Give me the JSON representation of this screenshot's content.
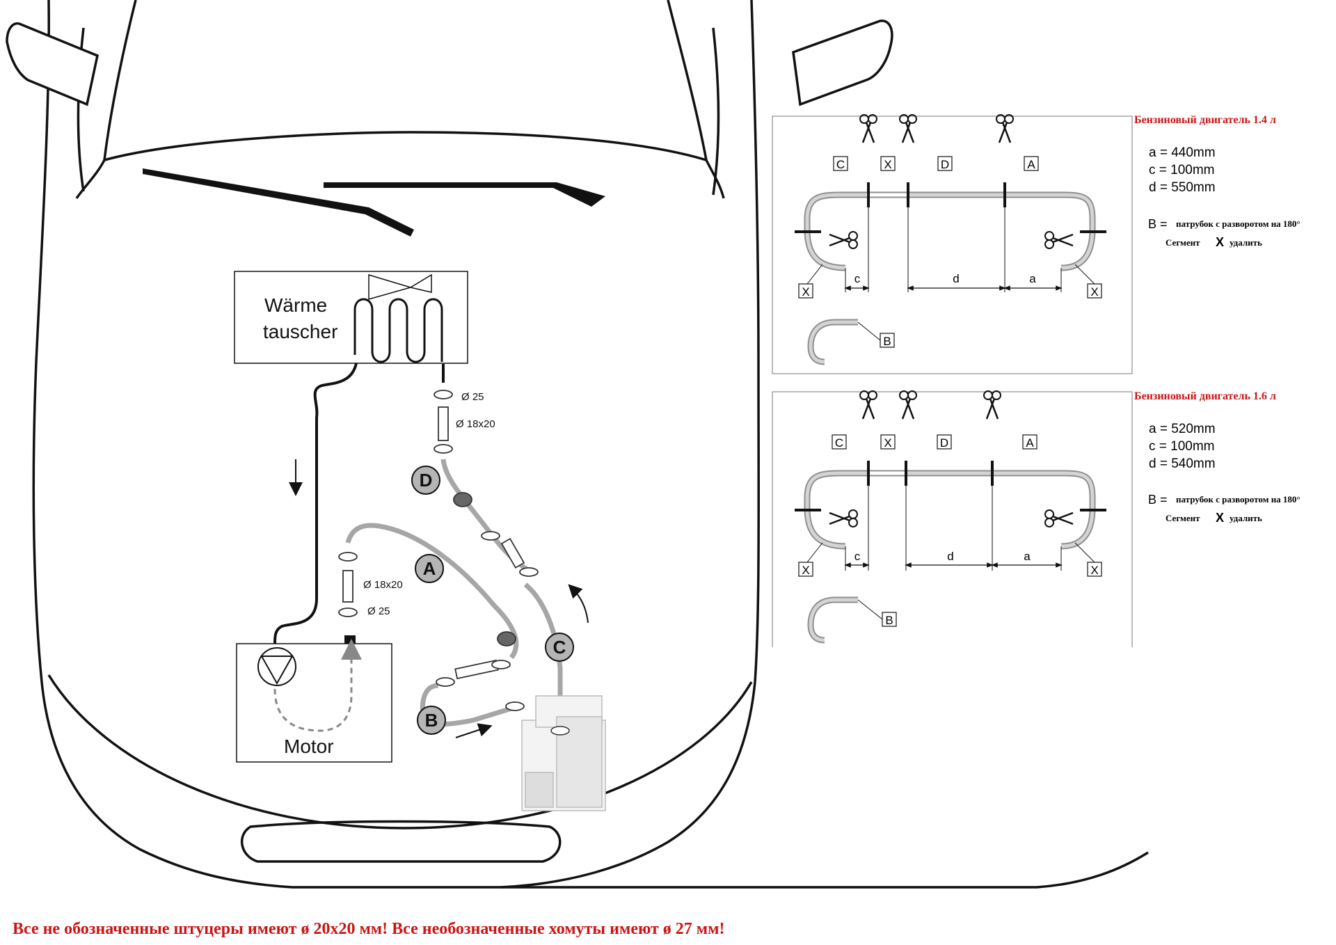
{
  "diagram": {
    "heat_exchanger_label_line1": "Wärme",
    "heat_exchanger_label_line2": "tauscher",
    "engine_label": "Motor",
    "hose_labels": {
      "A": "A",
      "B": "B",
      "C": "C",
      "D": "D"
    },
    "fitting_labels_left": {
      "clamp": "Ø 25",
      "connector": "Ø 18x20"
    },
    "fitting_labels_right": {
      "connector": "Ø 18x20",
      "clamp": "Ø 25"
    }
  },
  "panels": [
    {
      "title": "Бензиновый двигатель 1.4 л",
      "a": "a = 440mm",
      "c": "c = 100mm",
      "d": "d = 550mm",
      "b_prefix": "B =",
      "b_note": "патрубок с разворотом на 180°",
      "x_prefix": "Сегмент",
      "x_letter": "X",
      "x_suffix": "удалить",
      "segment_tags": [
        "C",
        "X",
        "D",
        "A"
      ],
      "corner_tag": "X",
      "dim_labels": [
        "c",
        "d",
        "a"
      ],
      "b_tag": "B"
    },
    {
      "title": "Бензиновый двигатель 1.6 л",
      "a": "a = 520mm",
      "c": "c = 100mm",
      "d": "d = 540mm",
      "b_prefix": "B =",
      "b_note": "патрубок с разворотом на 180°",
      "x_prefix": "Сегмент",
      "x_letter": "X",
      "x_suffix": "удалить",
      "segment_tags": [
        "C",
        "X",
        "D",
        "A"
      ],
      "corner_tag": "X",
      "dim_labels": [
        "c",
        "d",
        "a"
      ],
      "b_tag": "B"
    }
  ],
  "footer_note": "Все не обозначенные штуцеры имеют ø 20x20 мм! Все необозначенные хомуты имеют ø 27 мм!",
  "colors": {
    "accent_red": "#cc1414",
    "hose_gray": "#a6a6a6",
    "line_black": "#111111"
  }
}
